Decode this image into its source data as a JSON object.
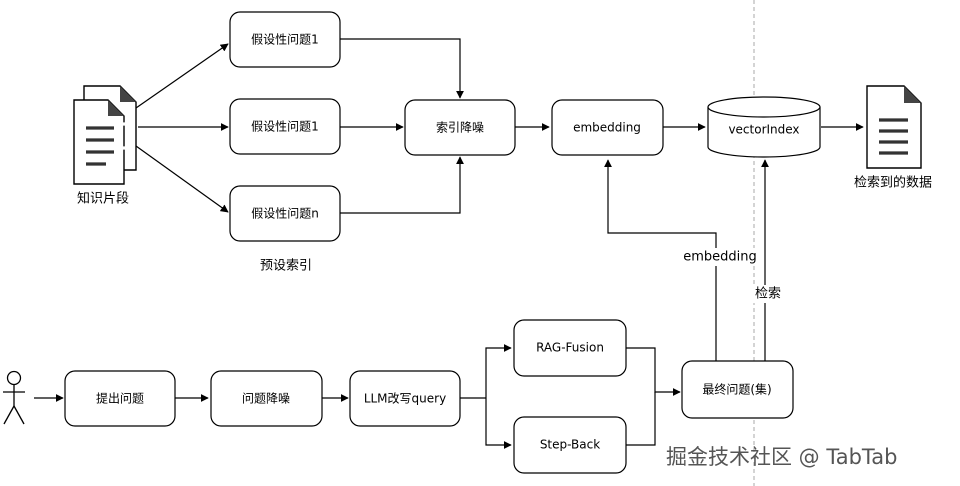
{
  "colors": {
    "stroke": "#000000",
    "box_fill": "#ffffff",
    "icon_fill": "#444444",
    "watermark": "#555555",
    "divider": "#aaaaaa"
  },
  "icons": {
    "source_docs": "document-stack-icon",
    "result_doc": "document-icon",
    "user": "person-icon",
    "store": "database-cylinder-icon"
  },
  "nodes": {
    "q1": "假设性问题1",
    "q2": "假设性问题1",
    "qn": "假设性问题n",
    "index_denoise": "索引降噪",
    "embedding": "embedding",
    "vector_index": "vectorIndex",
    "ask": "提出问题",
    "question_denoise": "问题降噪",
    "llm_rewrite": "LLM改写query",
    "rag_fusion": "RAG-Fusion",
    "step_back": "Step-Back",
    "final_question": "最终问题(集)"
  },
  "labels": {
    "knowledge_fragments": "知识片段",
    "preset_index": "预设索引",
    "retrieved_data": "检索到的数据",
    "embedding_edge": "embedding",
    "retrieve_edge": "检索"
  },
  "watermark": "掘金技术社区 @ TabTab"
}
